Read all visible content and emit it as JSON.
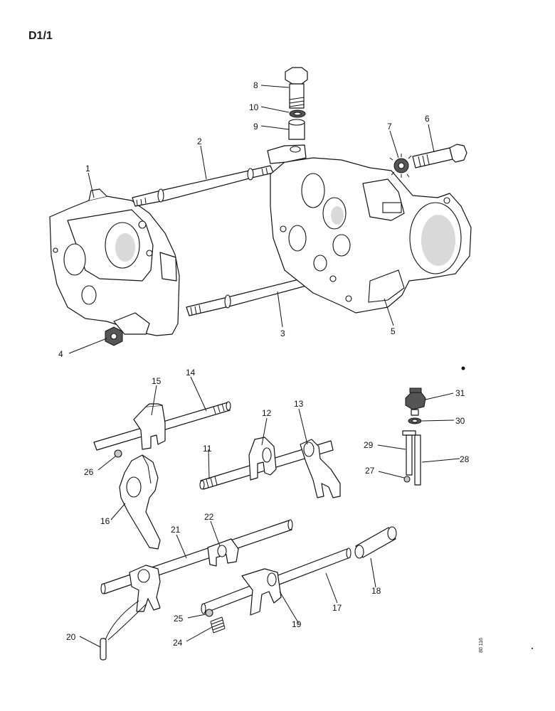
{
  "diagram": {
    "title": "D1/1",
    "side_code": "80 116",
    "callouts": [
      "1",
      "2",
      "3",
      "4",
      "5",
      "6",
      "7",
      "8",
      "9",
      "10",
      "11",
      "12",
      "13",
      "14",
      "15",
      "16",
      "17",
      "18",
      "19",
      "20",
      "21",
      "22",
      "24",
      "25",
      "26",
      "27",
      "28",
      "29",
      "30",
      "31"
    ]
  }
}
